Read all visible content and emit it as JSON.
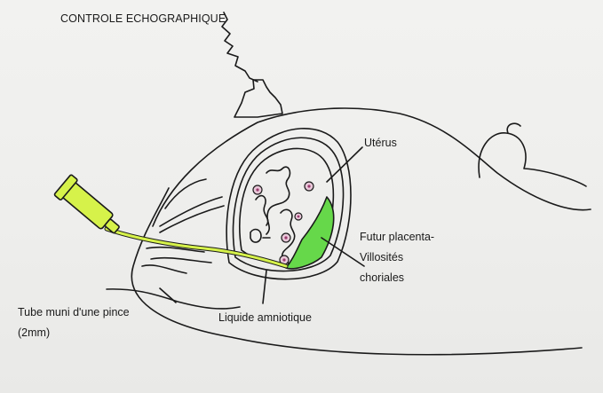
{
  "labels": {
    "title": "CONTROLE ECHOGRAPHIQUE",
    "uterus": "Utérus",
    "placenta_line1": "Futur placenta-",
    "placenta_line2": "Villosités",
    "placenta_line3": "choriales",
    "tube_line1": "Tube muni d'une pince",
    "tube_line2": "(2mm)",
    "amniotic": "Liquide amniotique"
  },
  "colors": {
    "ink": "#1a1a1a",
    "tube": "#d6f24a",
    "placenta": "#66d84a",
    "cell_mark": "#9b3a6e",
    "paper": "#efefed"
  }
}
